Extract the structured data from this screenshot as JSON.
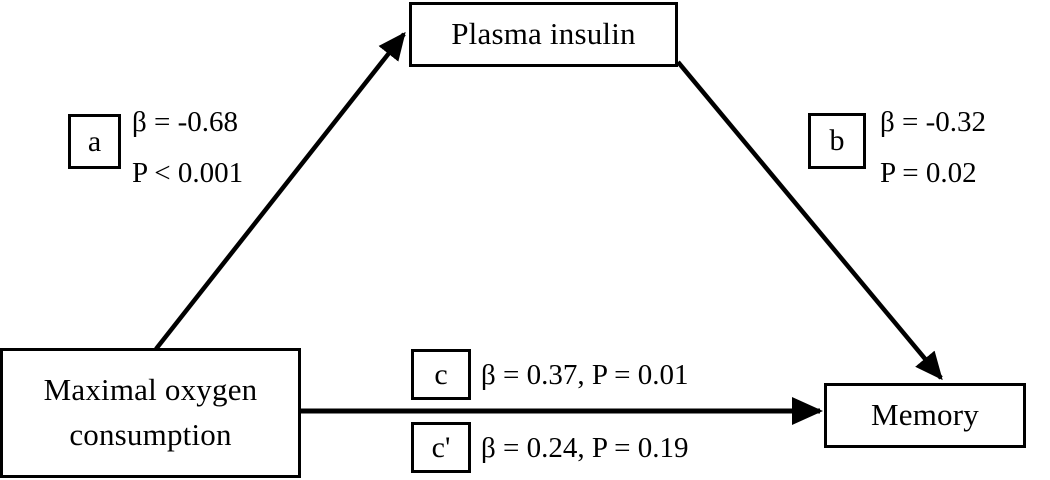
{
  "diagram": {
    "type": "mediation-path-diagram",
    "background_color": "#ffffff",
    "stroke_color": "#000000",
    "nodes": {
      "predictor": {
        "label_line1": "Maximal oxygen",
        "label_line2": "consumption"
      },
      "mediator": {
        "label_line1": "Plasma insulin"
      },
      "outcome": {
        "label_line1": "Memory"
      }
    },
    "paths": [
      {
        "id": "a",
        "tag": "a",
        "from": "Maximal oxygen consumption",
        "to": "Plasma insulin",
        "beta_text": "β = -0.68",
        "p_text": "P < 0.001"
      },
      {
        "id": "b",
        "tag": "b",
        "from": "Plasma insulin",
        "to": "Memory",
        "beta_text": "β = -0.32",
        "p_text": "P = 0.02"
      },
      {
        "id": "c",
        "tag": "c",
        "from": "Maximal oxygen consumption",
        "to": "Memory",
        "stat_text": "β = 0.37, P = 0.01"
      },
      {
        "id": "c-prime",
        "tag": "c'",
        "from": "Maximal oxygen consumption",
        "to": "Memory",
        "stat_text": "β = 0.24, P = 0.19"
      }
    ]
  }
}
